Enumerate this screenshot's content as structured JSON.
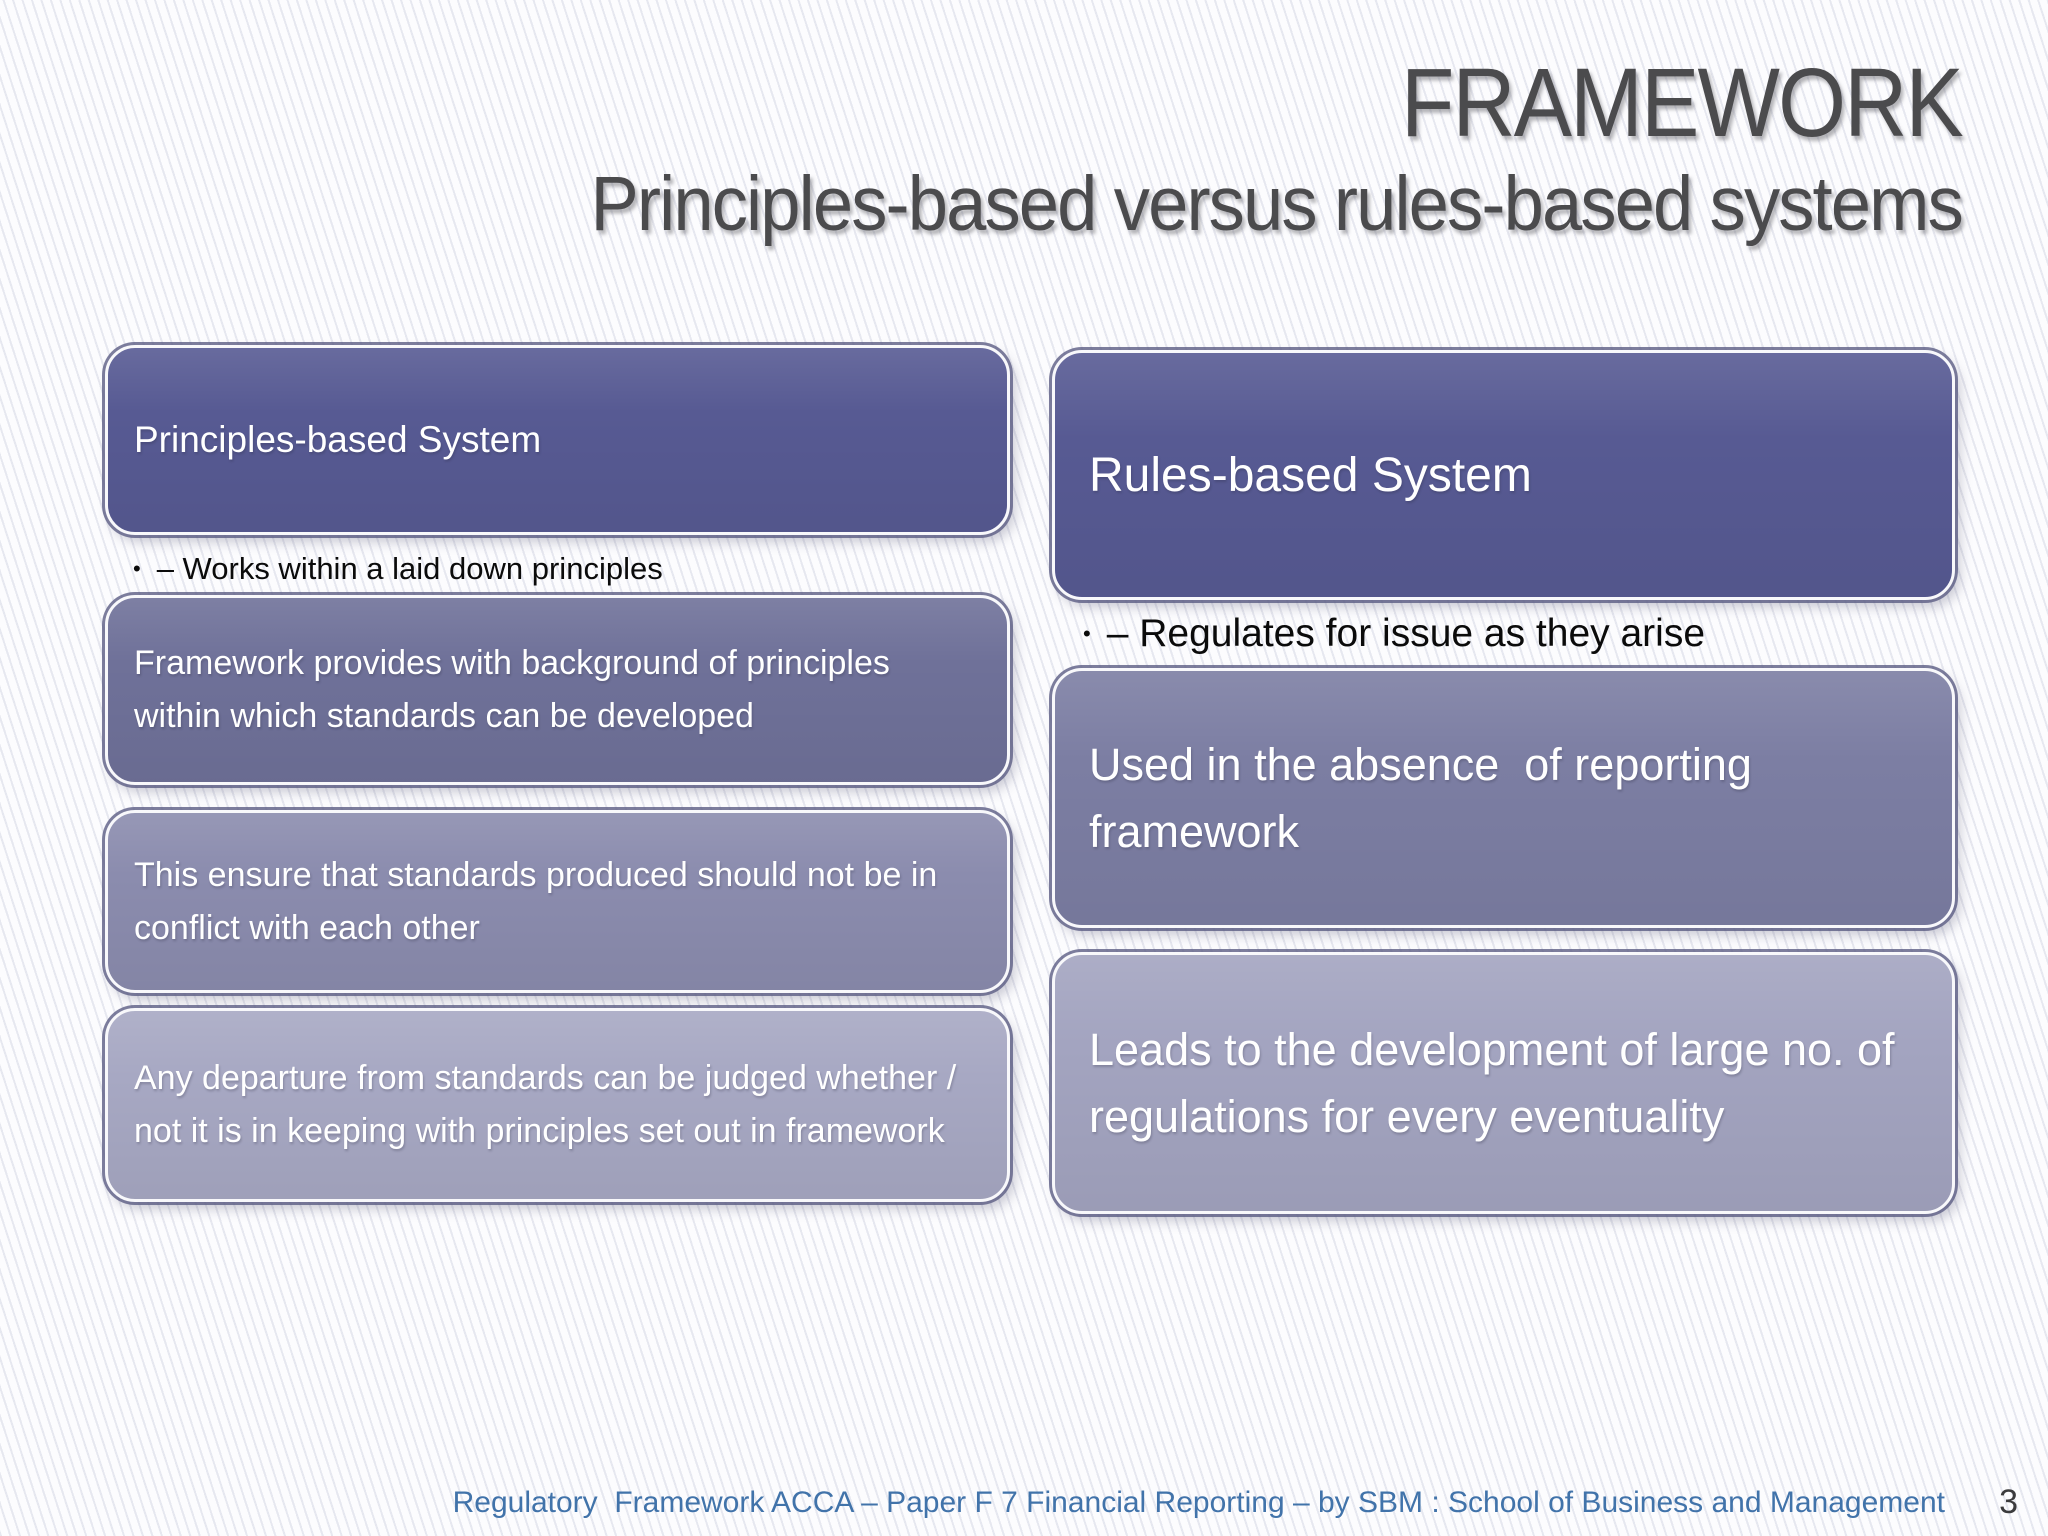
{
  "title": "FRAMEWORK",
  "subtitle": "Principles-based versus rules-based systems",
  "left_column": {
    "header": "Principles-based System",
    "bullet": {
      "marker": "•",
      "text": "– Works within a laid down principles"
    },
    "boxes": [
      "Framework provides with background of principles within which standards can be developed",
      "This ensure that standards produced should not be in conflict with each other",
      "Any departure from standards can be judged whether / not it is in keeping with principles set out in framework"
    ]
  },
  "right_column": {
    "header": "Rules-based System",
    "bullet": {
      "marker": "•",
      "text": "– Regulates for issue as they arise"
    },
    "boxes": [
      "Used in the absence  of reporting framework",
      "Leads to the development of large no. of regulations for every eventuality"
    ]
  },
  "footer": {
    "text": "Regulatory  Framework ACCA – Paper F 7 Financial Reporting – by SBM : School of Business and Management",
    "page_number": "3"
  },
  "colors": {
    "header_box": "#575a93",
    "left_box_2": "#6f7199",
    "left_box_3": "#8b8cae",
    "left_box_4": "#a7a8c3",
    "right_box_2": "#7c7ea3",
    "right_box_3": "#a3a4c0",
    "box_text": "#ffffff",
    "title_text": "#4b4b4d",
    "bullet_text": "#0b0b0b",
    "footer_text": "#4173aa",
    "page_number_text": "#3b3b3d"
  }
}
